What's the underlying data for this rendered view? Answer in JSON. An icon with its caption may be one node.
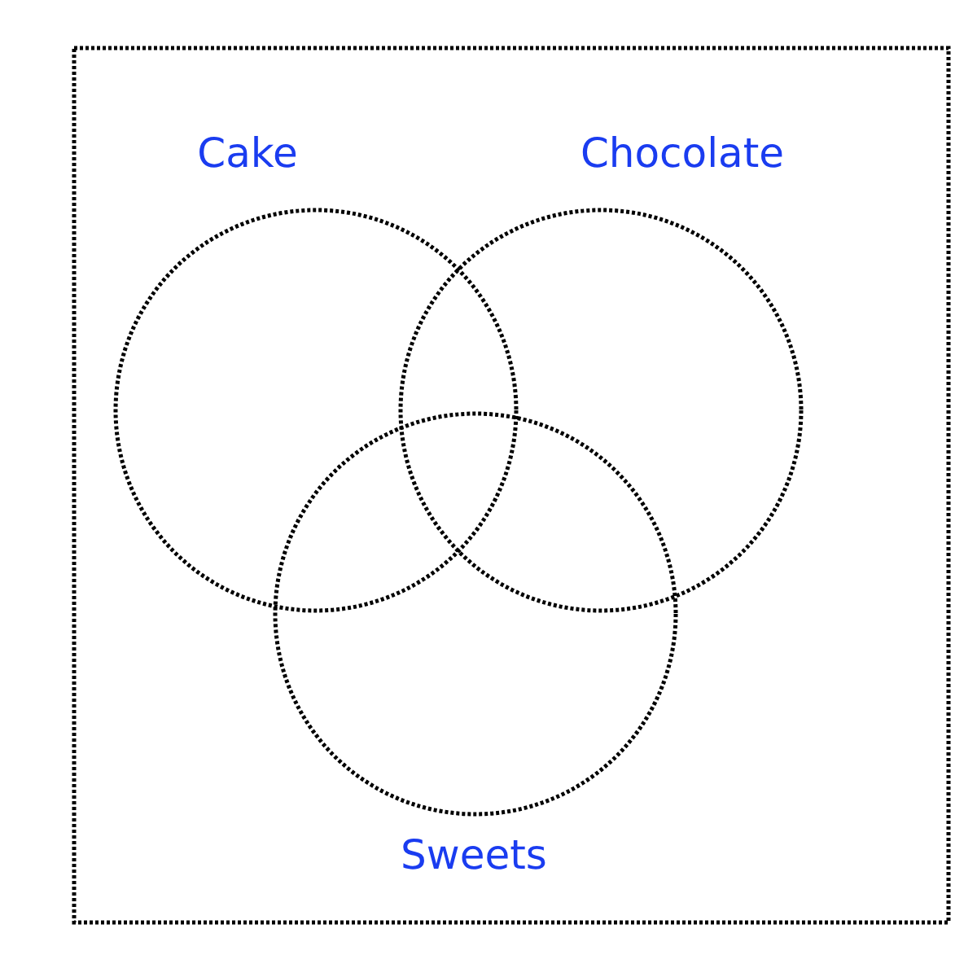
{
  "diagram": {
    "nodes": [
      {
        "text": [],
        "shape": "box"
      },
      {
        "text": [
          "Cake"
        ],
        "in": 0
      },
      {
        "text": [
          "Chocolate"
        ],
        "in": 0
      },
      {
        "text": [
          "Sweets"
        ],
        "in": 0
      }
    ]
  }
}
